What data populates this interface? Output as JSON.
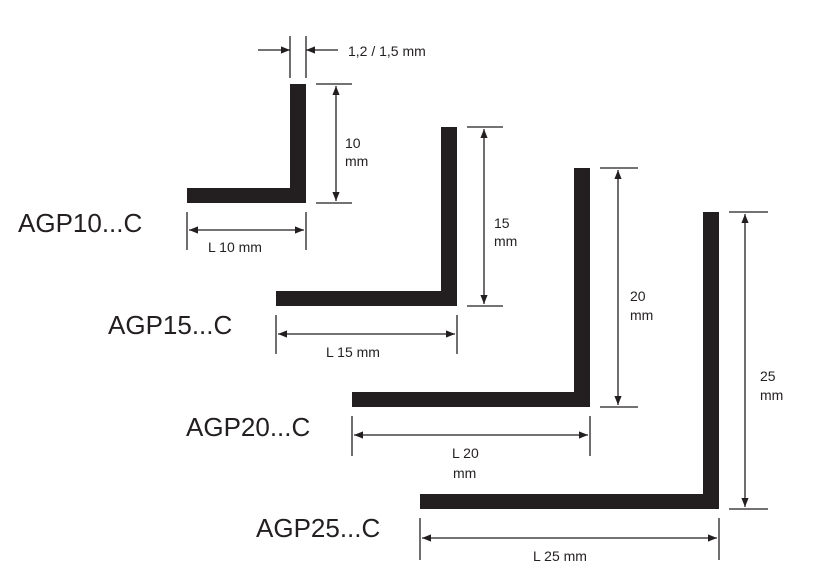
{
  "thickness_label": "1,2 / 1,5 mm",
  "profiles": [
    {
      "name": "AGP10...C",
      "height_line1": "10",
      "height_line2": "mm",
      "length_line1": "L 10 mm",
      "length_line2": ""
    },
    {
      "name": "AGP15...C",
      "height_line1": "15",
      "height_line2": "mm",
      "length_line1": "L 15 mm",
      "length_line2": ""
    },
    {
      "name": "AGP20...C",
      "height_line1": "20",
      "height_line2": "mm",
      "length_line1": "L 20",
      "length_line2": "mm"
    },
    {
      "name": "AGP25...C",
      "height_line1": "25",
      "height_line2": "mm",
      "length_line1": "L 25 mm",
      "length_line2": ""
    }
  ],
  "colors": {
    "ink": "#231f20",
    "background": "#ffffff"
  }
}
